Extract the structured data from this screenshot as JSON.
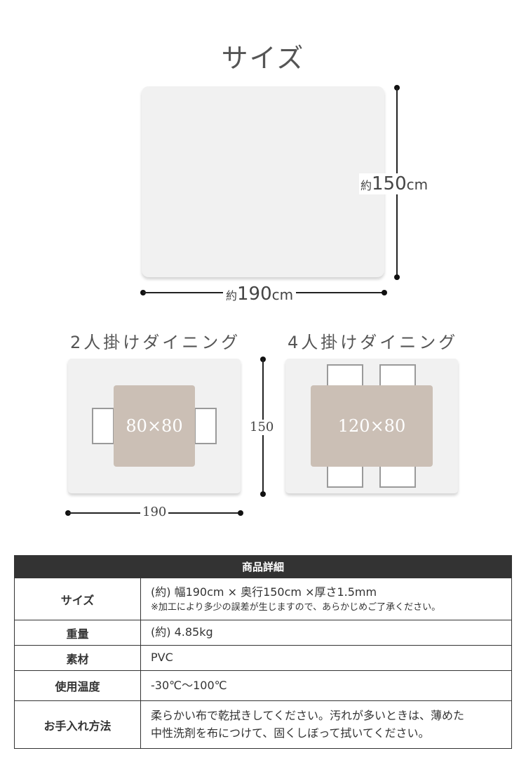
{
  "title": "サイズ",
  "main_mat": {
    "height_label": {
      "prefix": "約",
      "value": "150",
      "unit": "cm"
    },
    "width_label": {
      "prefix": "約",
      "value": "190",
      "unit": "cm"
    }
  },
  "layouts": [
    {
      "heading": "2人掛けダイニング",
      "table_label": "80×80"
    },
    {
      "heading": "4人掛けダイニング",
      "table_label": "120×80"
    }
  ],
  "small_dims": {
    "height": "150",
    "width": "190"
  },
  "specs": {
    "header": "商品詳細",
    "rows": [
      {
        "key": "サイズ",
        "value": "(約) 幅190cm × 奥行150cm ×厚さ1.5mm",
        "note": "※加工により多少の誤差が生じますので、あらかじめご了承ください。"
      },
      {
        "key": "重量",
        "value": "(約) 4.85kg"
      },
      {
        "key": "素材",
        "value": "PVC"
      },
      {
        "key": "使用温度",
        "value": "-30℃〜100℃"
      },
      {
        "key": "お手入れ方法",
        "value": "柔らかい布で乾拭きしてください。汚れが多いときは、薄めた",
        "value2": "中性洗剤を布につけて、固くしぼって拭いてください。"
      }
    ]
  }
}
